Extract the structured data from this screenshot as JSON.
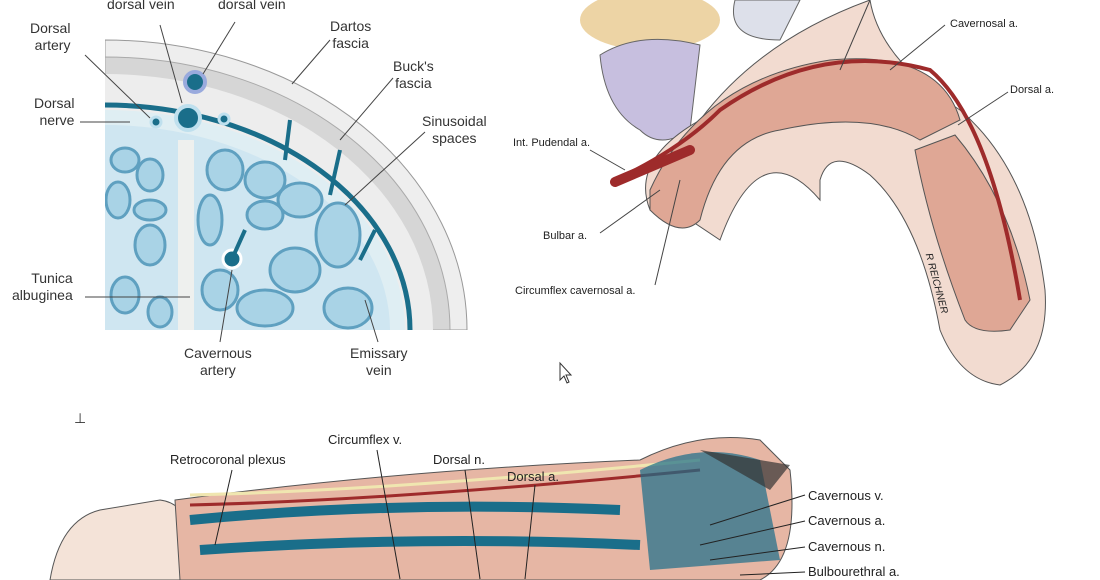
{
  "cross_section": {
    "labels": {
      "dorsal_vein_1": "dorsal vein",
      "dorsal_vein_2": "dorsal vein",
      "dorsal_artery": "Dorsal\nartery",
      "dartos_fascia": "Dartos\nfascia",
      "bucks_fascia": "Buck's\nfascia",
      "dorsal_nerve": "Dorsal\nnerve",
      "sinusoidal_spaces": "Sinusoidal\nspaces",
      "tunica_albuginea": "Tunica\nalbuginea",
      "cavernous_artery": "Cavernous\nartery",
      "emissary_vein": "Emissary\nvein"
    }
  },
  "arterial_supply": {
    "labels": {
      "cavernosal_a": "Cavernosal a.",
      "dorsal_a": "Dorsal a.",
      "int_pudendal_a": "Int. Pudendal a.",
      "bulbar_a": "Bulbar a.",
      "circumflex_cavernosal_a": "Circumflex cavernosal a."
    },
    "signature": "R REICHNER"
  },
  "lateral_view": {
    "marker": "⊥",
    "labels": {
      "retrocoronal_plexus": "Retrocoronal plexus",
      "circumflex_v": "Circumflex v.",
      "dorsal_n": "Dorsal n.",
      "dorsal_a": "Dorsal a.",
      "cavernous_v": "Cavernous v.",
      "cavernous_a": "Cavernous a.",
      "cavernous_n": "Cavernous n.",
      "bulbourethral_a": "Bulbourethral a."
    }
  },
  "colors": {
    "vein": "#1a6e8a",
    "artery": "#9e2b2b",
    "tissue": "#e8b8a8",
    "sinus": "#c8e4f0"
  }
}
